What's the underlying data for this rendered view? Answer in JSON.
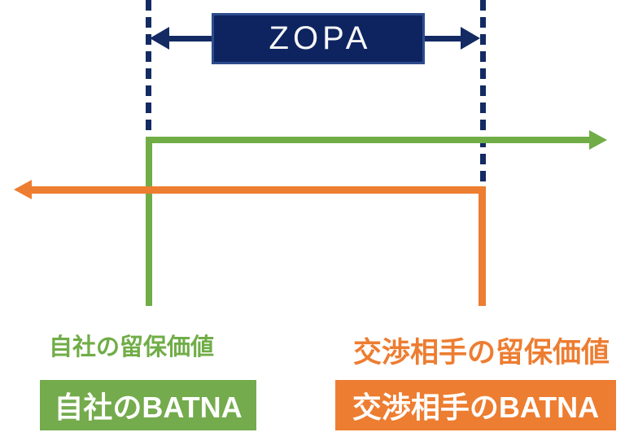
{
  "diagram": {
    "zopa_label": "ZOPA",
    "own_reservation_label": "自社の留保価値",
    "opponent_reservation_label": "交渉相手の留保価値",
    "own_batna_label": "自社のBATNA",
    "opponent_batna_label": "交渉相手のBATNA",
    "colors": {
      "navy": "#132a63",
      "navy_box_fill": "#0d2461",
      "navy_box_border": "#2e4c8d",
      "green": "#70ad47",
      "green_box_fill": "#74ab4d",
      "orange": "#ed7d31",
      "text_on_dark": "#ffffff"
    }
  }
}
